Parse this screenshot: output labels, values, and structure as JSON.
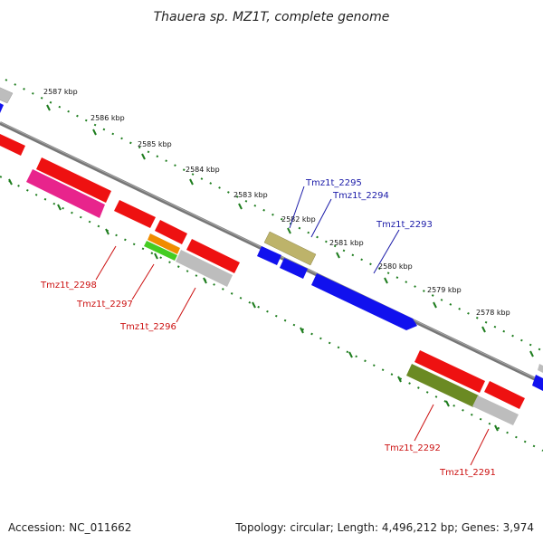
{
  "title": "Thauera sp. MZ1T, complete genome",
  "footer": {
    "accession": "Accession: NC_011662",
    "summary": "Topology: circular; Length: 4,496,212 bp; Genes: 3,974"
  },
  "scale_labels": [
    "2587 kbp",
    "2586 kbp",
    "2585 kbp",
    "2584 kbp",
    "2583 kbp",
    "2582 kbp",
    "2581 kbp",
    "2580 kbp",
    "2579 kbp",
    "2578 kbp"
  ],
  "gene_labels": {
    "forward": [
      "Tmz1t_2295",
      "Tmz1t_2294",
      "Tmz1t_2293"
    ],
    "reverse": [
      "Tmz1t_2298",
      "Tmz1t_2297",
      "Tmz1t_2296",
      "Tmz1t_2292",
      "Tmz1t_2291"
    ]
  },
  "colors": {
    "backbone": "#7a7a7a",
    "tick": "#1e7d1e",
    "forward_label": "#1a1aa8",
    "reverse_label": "#cc1111",
    "red_gene": "#ee1111",
    "blue_gene": "#1111ee",
    "gray_gene": "#bdbdbd",
    "khaki_gene": "#bdb36a",
    "olive_gene": "#6b8a23",
    "pink_gene": "#e8248c",
    "orange_gene": "#f08c00",
    "green_gene": "#44cc22"
  }
}
